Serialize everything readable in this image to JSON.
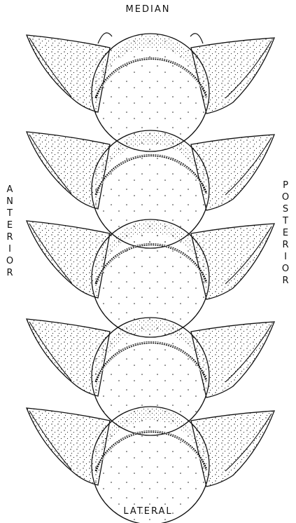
{
  "labels": {
    "top": "MEDIAN",
    "bottom": "LATERAL",
    "left": "ANTERIOR",
    "right": "POSTERIOR"
  },
  "segment_count": 5,
  "colors": {
    "ink": "#111111",
    "background": "#ffffff"
  }
}
